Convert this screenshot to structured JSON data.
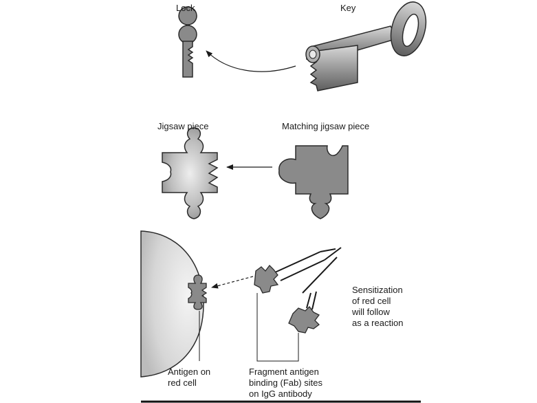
{
  "panels": {
    "lock_key": {
      "lock_label": "Lock",
      "key_label": "Key"
    },
    "jigsaw": {
      "piece_label": "Jigsaw piece",
      "matching_label": "Matching jigsaw piece"
    },
    "antigen": {
      "antigen_label_line1": "Antigen on",
      "antigen_label_line2": "red cell",
      "fab_label_line1": "Fragment antigen",
      "fab_label_line2": "binding (Fab) sites",
      "fab_label_line3": "on IgG antibody",
      "sensitization_line1": "Sensitization",
      "sensitization_line2": "of red cell",
      "sensitization_line3": "will follow",
      "sensitization_line4": "as a reaction"
    }
  },
  "colors": {
    "shape_fill": "#8a8a8a",
    "shape_stroke": "#2a2a2a",
    "cell_fill": "#dcdcdc",
    "line": "#1a1a1a"
  }
}
